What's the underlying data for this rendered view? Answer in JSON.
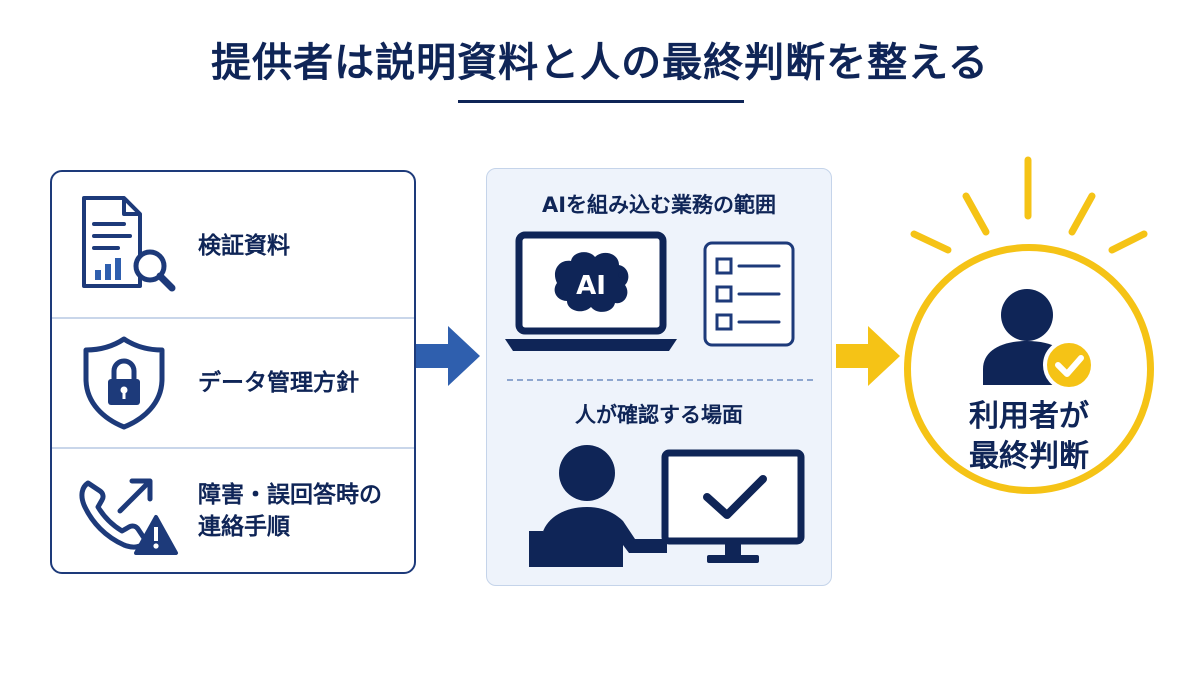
{
  "title": "提供者は説明資料と人の最終判断を整える",
  "left_panel": {
    "items": [
      {
        "label": "検証資料",
        "icon": "document-search-icon"
      },
      {
        "label": "データ管理方針",
        "icon": "shield-lock-icon"
      },
      {
        "label_line1": "障害・誤回答時の",
        "label_line2": "連絡手順",
        "icon": "phone-alert-icon"
      }
    ]
  },
  "middle_panel": {
    "top_heading": "AIを組み込む業務の範囲",
    "ai_text": "AI",
    "bottom_heading": "人が確認する場面"
  },
  "user": {
    "line1": "利用者が",
    "line2": "最終判断"
  },
  "colors": {
    "navy": "#0f2557",
    "blue_arrow": "#2f5fae",
    "yellow": "#f5c316",
    "panel_bg": "#eef3fb"
  }
}
